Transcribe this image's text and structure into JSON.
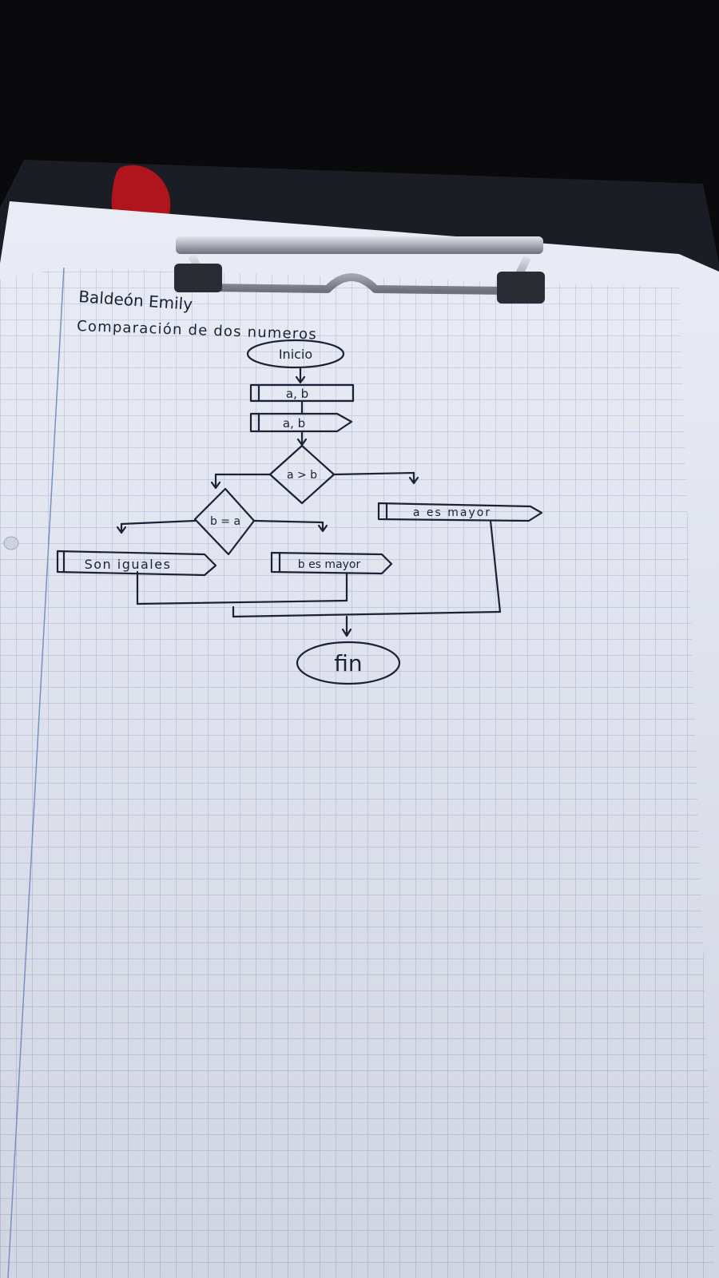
{
  "photo": {
    "subject": "handwritten flowchart on grid paper held by a clipboard",
    "colors": {
      "background": "#0a0a0c",
      "paper": "#e6e9f3",
      "grid": "#9fb0d8",
      "ink": "#1c2233",
      "clip_metal": "#b9bcc4",
      "red_cloth": "#b0141c"
    }
  },
  "header": {
    "author": "Baldeón Emily",
    "title": "Comparación de dos numeros"
  },
  "flowchart": {
    "start": "Inicio",
    "input": "a, b",
    "process": "a, b",
    "decision_main": "a > b",
    "decision_second": "b = a",
    "output_equal": "Son iguales",
    "output_b_greater": "b es mayor",
    "output_a_greater": "a es mayor",
    "end": "fin"
  }
}
